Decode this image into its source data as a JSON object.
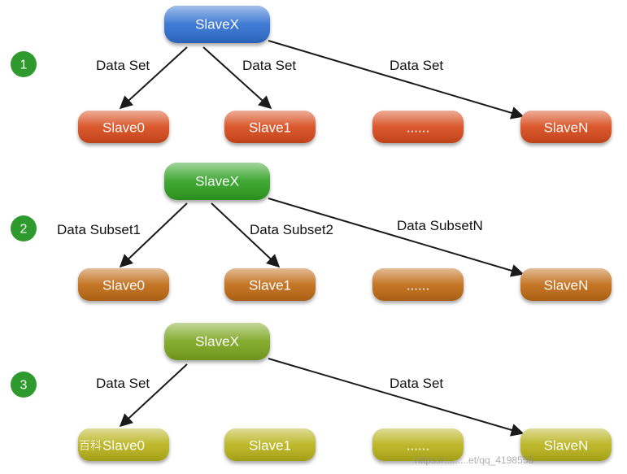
{
  "colors": {
    "step_badge": "#2e9a2e",
    "row1_root": "#2f6fd1",
    "row1_leaf": "#d74a1b",
    "row2_root": "#2fa022",
    "row2_leaf": "#bf6a14",
    "row3_root": "#7aa51e",
    "row3_leaf": "#b8b21a"
  },
  "rows": [
    {
      "step": "1",
      "root": "SlaveX",
      "leaves": [
        "Slave0",
        "Slave1",
        "......",
        "SlaveN"
      ],
      "edge_labels": [
        "Data Set",
        "Data Set",
        "Data Set"
      ]
    },
    {
      "step": "2",
      "root": "SlaveX",
      "leaves": [
        "Slave0",
        "Slave1",
        "......",
        "SlaveN"
      ],
      "edge_labels": [
        "Data Subset1",
        "Data Subset2",
        "Data SubsetN"
      ]
    },
    {
      "step": "3",
      "root": "SlaveX",
      "leaves": [
        "Slave0",
        "Slave1",
        "......",
        "SlaveN"
      ],
      "edge_labels": [
        "Data Set",
        "Data Set"
      ]
    }
  ],
  "watermark": {
    "left": "百科",
    "right": "https://.........et/qq_4198558"
  }
}
